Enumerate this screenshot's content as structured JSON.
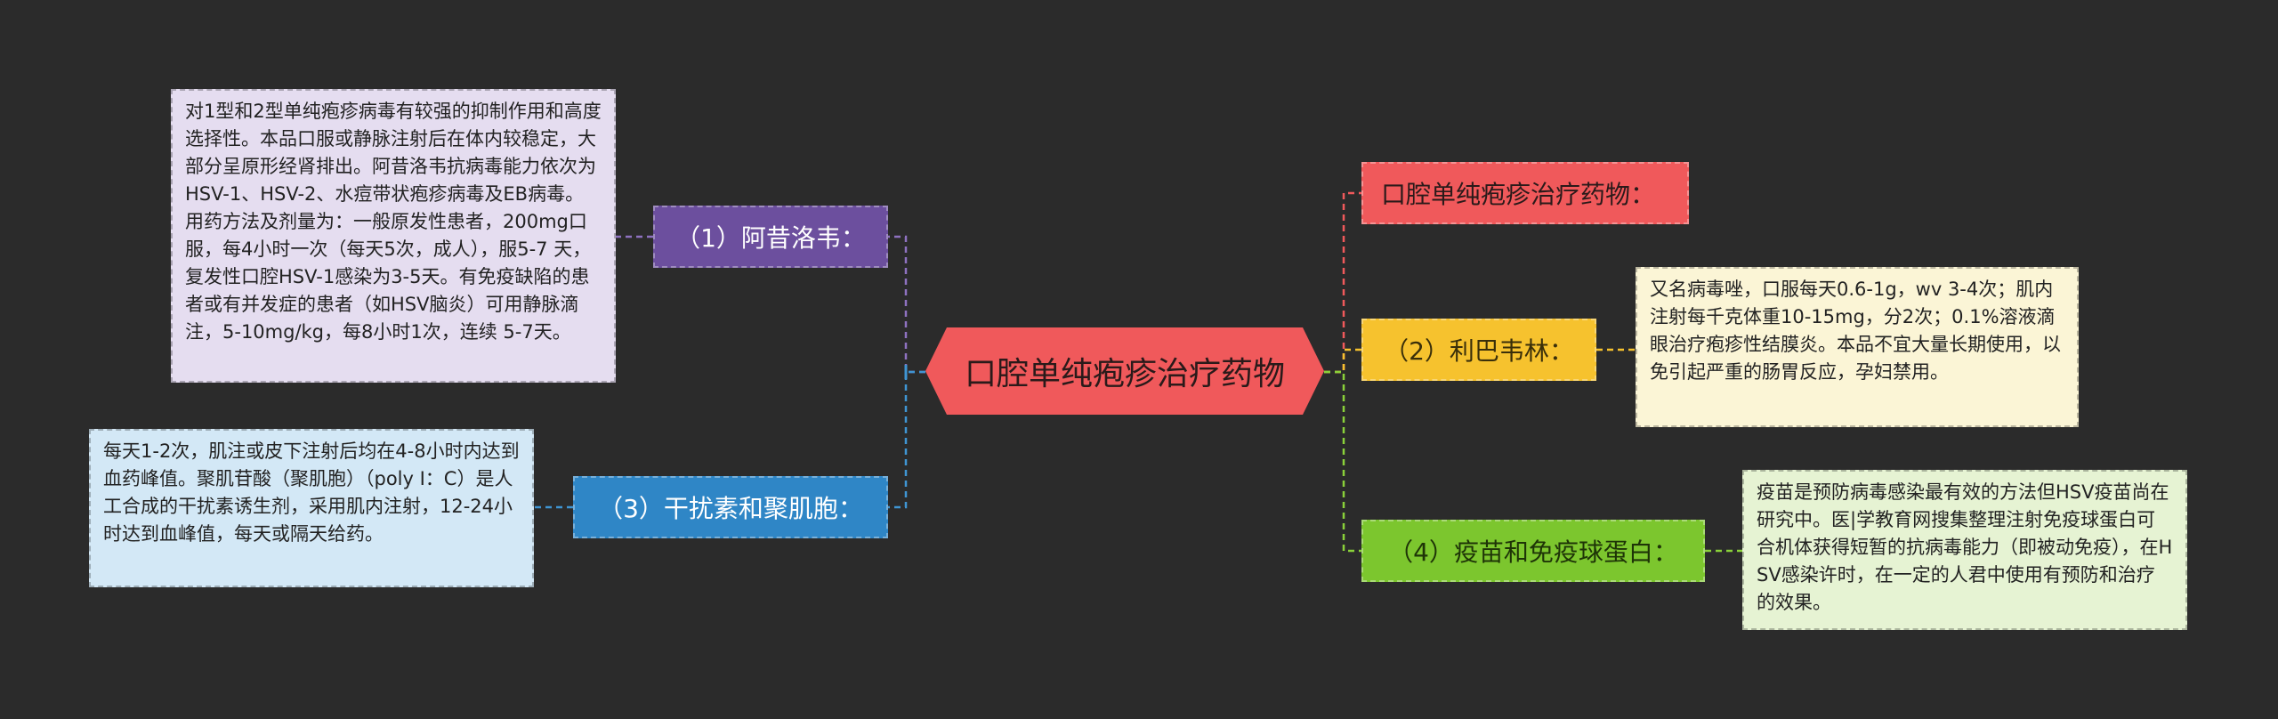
{
  "mindmap": {
    "central": "口腔单纯疱疹治疗药物",
    "branches": {
      "title_node": "口腔单纯疱疹治疗药物：",
      "acyclovir": {
        "label": "（1）阿昔洛韦：",
        "detail": "对1型和2型单纯疱疹病毒有较强的抑制作用和高度选择性。本品口服或静脉注射后在体内较稳定，大部分呈原形经肾排出。阿昔洛韦抗病毒能力依次为 HSV-1、HSV-2、水痘带状疱疹病毒及EB病毒。用药方法及剂量为：一般原发性患者，200mg口服，每4小时一次（每天5次，成人），服5-7 天，复发性口腔HSV-1感染为3-5天。有免疫缺陷的患者或有并发症的患者（如HSV脑炎）可用静脉滴注，5-10mg/kg，每8小时1次，连续 5-7天。"
      },
      "ribavirin": {
        "label": "（2）利巴韦林：",
        "detail": "又名病毒唑，口服每天0.6-1g，wv 3-4次；肌内注射每千克体重10-15mg，分2次；0.1%溶液滴眼治疗疱疹性结膜炎。本品不宜大量长期使用，以免引起严重的肠胃反应，孕妇禁用。"
      },
      "interferon": {
        "label": "（3）干扰素和聚肌胞：",
        "detail": "每天1-2次，肌注或皮下注射后均在4-8小时内达到血药峰值。聚肌苷酸（聚肌胞）（poly I：C）是人工合成的干扰素诱生剂，采用肌内注射，12-24小时达到血峰值，每天或隔天给药。"
      },
      "vaccine": {
        "label": "（4）疫苗和免疫球蛋白：",
        "detail": "疫苗是预防病毒感染最有效的方法但HSV疫苗尚在研究中。医|学教育网搜集整理注射免疫球蛋白可合机体获得短暂的抗病毒能力（即被动免疫），在HSV感染许时，在一定的人君中使用有预防和治疗的效果。"
      }
    },
    "colors": {
      "background": "#2b2b2b",
      "central": "#f0595b",
      "acyclovir": "#6c4f9e",
      "ribavirin": "#f6c22e",
      "interferon": "#2f86c6",
      "vaccine": "#7cc62e"
    }
  }
}
